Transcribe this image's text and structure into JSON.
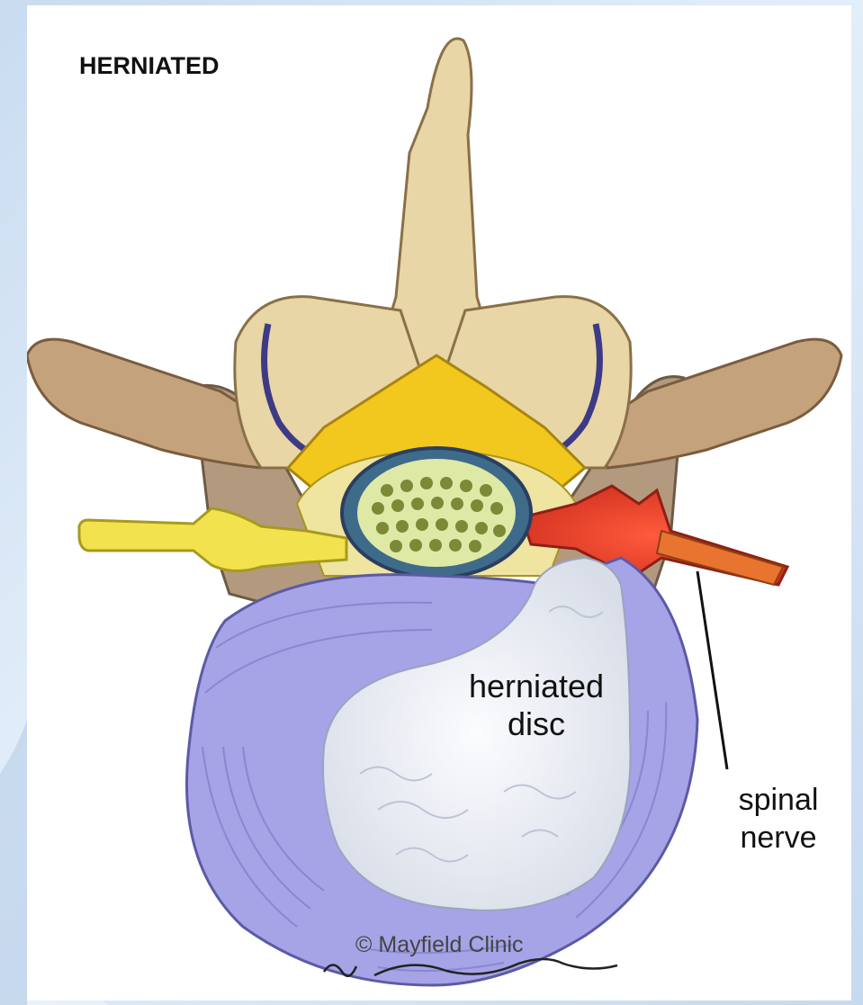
{
  "title": "HERNIATED",
  "labels": {
    "herniated": "herniated",
    "disc": "disc",
    "spinal": "spinal",
    "nerve": "nerve"
  },
  "credit": {
    "copyright": "© Mayfield Clinic",
    "signature": "M. Headwatt"
  },
  "colors": {
    "bone": "#e8d6a6",
    "bone_outline": "#8a7048",
    "disc_annulus": "#a6a3e6",
    "disc_nucleus": "#edf0f6",
    "nerve_normal": "#f2e24e",
    "nerve_compressed": "#e8402c",
    "ligament": "#f2c81e",
    "dura": "#3d3a86",
    "spinal_cord": "#3f6b8a",
    "muscle": "#b09478"
  }
}
